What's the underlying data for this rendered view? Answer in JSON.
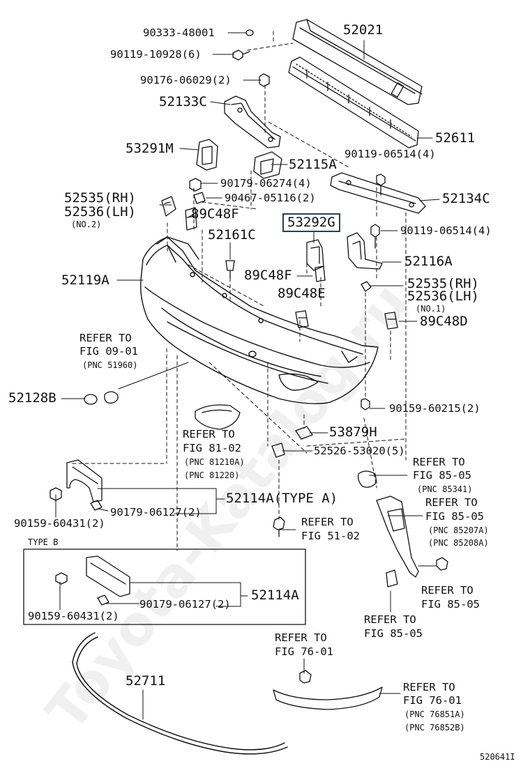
{
  "watermark": "Toyota-Katalog.ru",
  "parts": {
    "p90333": "90333-48001",
    "p52021": "52021",
    "p90119a": "90119-10928(6)",
    "p90176": "90176-06029(2)",
    "p52133c": "52133C",
    "p52611": "52611",
    "p90119b": "90119-06514(4)",
    "p53291m": "53291M",
    "p52115a": "52115A",
    "p90179a": "90179-06274(4)",
    "p52535rh": "52535(RH)",
    "p52536lh": "52536(LH)",
    "no2": "(NO.2)",
    "p90467": "90467-05116(2)",
    "p52134c": "52134C",
    "p89c48fa": "89C48F",
    "p53292g": "53292G",
    "p90119c": "90119-06514(4)",
    "p52161c": "52161C",
    "p52116a": "52116A",
    "p52119a": "52119A",
    "p89c48fb": "89C48F",
    "p52535rh2": "52535(RH)",
    "p52536lh2": "52536(LH)",
    "no1": "(NO.1)",
    "p89c48e": "89C48E",
    "p89c48d": "89C48D",
    "p52128b": "52128B",
    "p90159a": "90159-60215(2)",
    "p53879h": "53879H",
    "p52526": "52526-53020(5)",
    "p52114a_typea": "52114A(TYPE A)",
    "p90159b": "90159-60431(2)",
    "p90179b": "90179-06127(2)",
    "typeb": "TYPE B",
    "p52114a": "52114A",
    "p90159c": "90159-60431(2)",
    "p90179c": "90179-06127(2)",
    "p52711": "52711",
    "footer_code": "520641I"
  },
  "refs": {
    "r0901a": "REFER TO",
    "r0901b": "FIG 09-01",
    "r0901c": "(PNC 51960)",
    "r8102a": "REFER TO",
    "r8102b": "FIG 81-02",
    "r8102c": "(PNC 81210A)",
    "r8102d": "(PNC 81220)",
    "r8505aa": "REFER TO",
    "r8505ab": "FIG 85-05",
    "r8505ac": "(PNC 85341)",
    "r8505ba": "REFER TO",
    "r8505bb": "FIG 85-05",
    "r8505bc": "(PNC 85207A)",
    "r8505bd": "(PNC 85208A)",
    "r5102a": "REFER TO",
    "r5102b": "FIG 51-02",
    "r8505ca": "REFER TO",
    "r8505cb": "FIG 85-05",
    "r8505da": "REFER TO",
    "r8505db": "FIG 85-05",
    "r7601aa": "REFER TO",
    "r7601ab": "FIG 76-01",
    "r7601ba": "REFER TO",
    "r7601bb": "FIG 76-01",
    "r7601bc": "(PNC 76851A)",
    "r7601bd": "(PNC 76852B)"
  },
  "colors": {
    "ink": "#111111",
    "highlight_border": "#2c3e50"
  }
}
